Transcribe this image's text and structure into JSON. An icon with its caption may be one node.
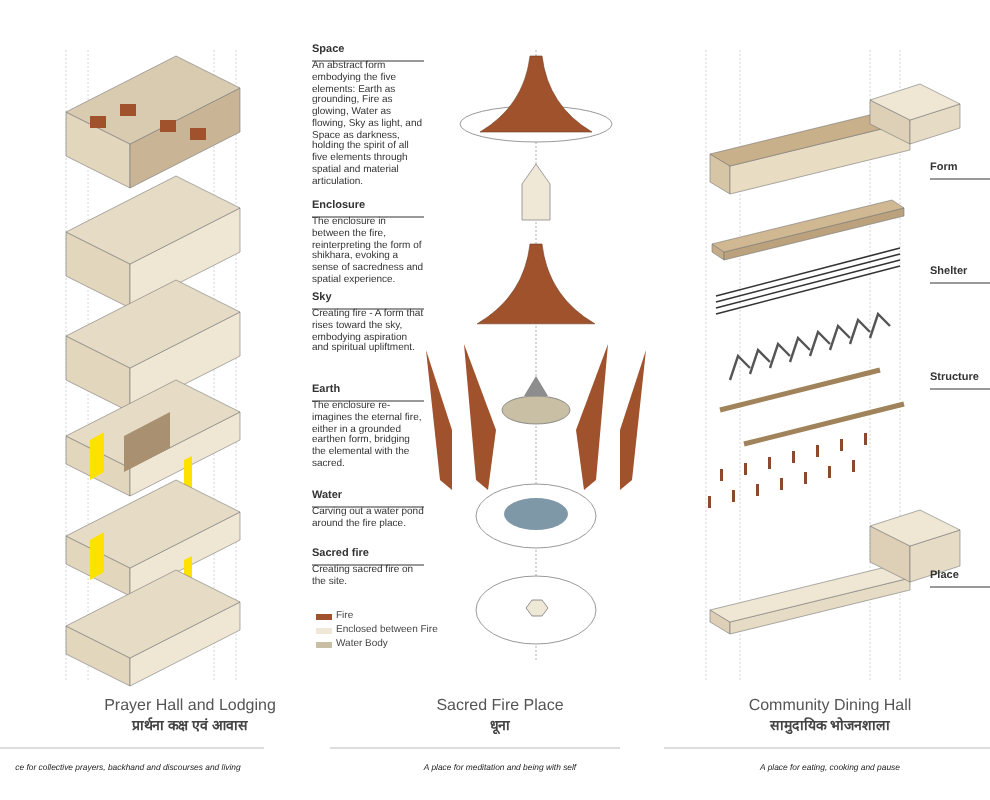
{
  "diagram": {
    "labels": [
      "Space",
      "An abstract form embodying the five elements: Earth as grounding, Fire as glowing, Water as flowing, Sky as light, and Space as darkness, holding the spirit of all five elements through spatial and material articulation.",
      "Enclosure",
      "The enclosure in between the fire, reinterpreting the form of shikhara, evoking a sense of sacredness and spatial experience.",
      "Sky",
      "Creating fire - A form that rises toward the sky, embodying aspiration and spiritual upliftment.",
      "Earth",
      "The enclosure re-imagines the eternal fire, either in a grounded earthen form, bridging the elemental with the sacred.",
      "Water",
      "Carving out a water pond around the fire place.",
      "Sacred fire",
      "Creating sacred fire on the site.",
      "Form",
      "Shelter",
      "Structure",
      "Place",
      "Prayer Hall and Lodging",
      "प्रार्थना कक्ष एवं आवास",
      "ce for collective prayers, backhand and discourses and living",
      "Sacred Fire Place",
      "धूना",
      "A place for meditation and being with self",
      "Community Dining Hall",
      "सामुदायिक भोजनशाला",
      "A place for eating, cooking and pause"
    ],
    "legend": [
      {
        "text": "Fire",
        "color": "#a0522d"
      },
      {
        "text": "Enclosed between Fire",
        "color": "#efe8d6"
      },
      {
        "text": "Water Body",
        "color": "#c9bfa5"
      }
    ]
  }
}
